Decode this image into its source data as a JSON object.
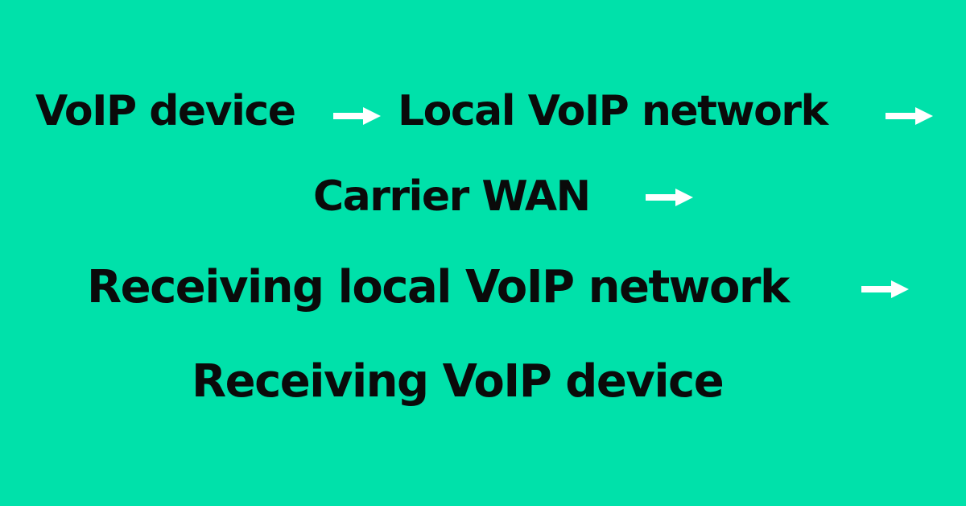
{
  "colors": {
    "background": "#00E1AA",
    "text": "#0A0A0A",
    "arrow": "#FFFFFF"
  },
  "flow": {
    "steps": [
      "VoIP device",
      "Local VoIP network",
      "Carrier WAN",
      "Receiving local VoIP network",
      "Receiving VoIP device"
    ],
    "connector_icon": "right-arrow-icon"
  }
}
